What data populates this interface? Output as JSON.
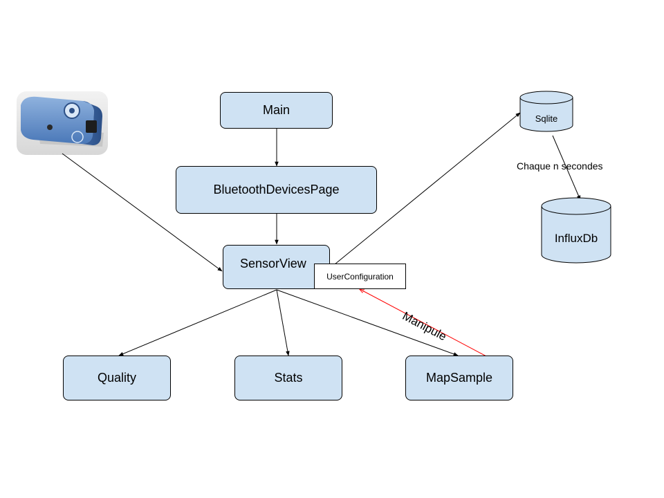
{
  "nodes": {
    "main": "Main",
    "bluetooth_devices_page": "BluetoothDevicesPage",
    "sensor_view": "SensorView",
    "user_configuration": "UserConfiguration",
    "quality": "Quality",
    "stats": "Stats",
    "map_sample": "MapSample",
    "sqlite": "Sqlite",
    "influxdb": "InfluxDb"
  },
  "edge_labels": {
    "sync_interval": "Chaque n secondes",
    "manipule": "Manipule"
  },
  "colors": {
    "node_fill": "#cfe2f3",
    "stroke": "#000000",
    "manipulate_arrow": "#ff0000",
    "device_body": "#4a78b8"
  },
  "icons": {
    "sensor_device": "bluetooth-sensor-device-icon"
  }
}
